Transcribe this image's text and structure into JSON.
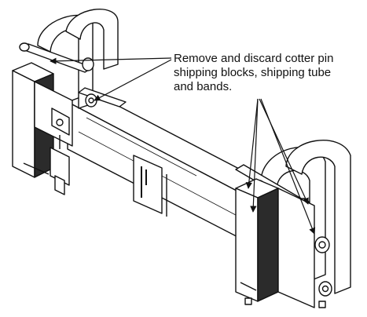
{
  "callout": {
    "lines": [
      "Remove and discard cotter pin",
      "shipping blocks, shipping tube",
      "and bands."
    ]
  },
  "colors": {
    "ink": "#111111",
    "fill": "#ffffff",
    "shade": "#2b2b2b"
  }
}
